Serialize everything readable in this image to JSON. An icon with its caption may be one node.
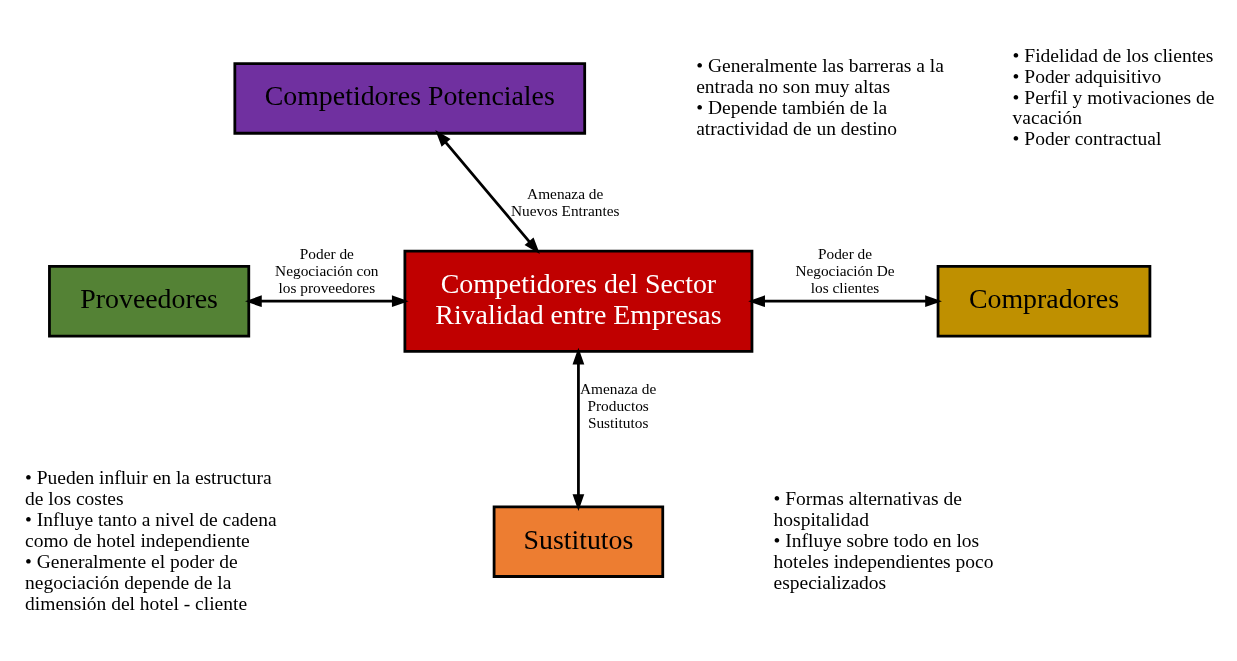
{
  "diagram": {
    "nodes": [
      {
        "text": [
          "Competidores Potenciales"
        ],
        "beside": [
          "• Generalmente las barreras a la entrada no son muy altas",
          "• Depende también de la atractividad de un destino"
        ]
      },
      {
        "text": [
          "Proveedores"
        ],
        "beside": [
          "• Pueden influir en la estructura de los costes",
          "• Influye tanto a nivel de cadena como de hotel independiente",
          "• Generalmente el poder de negociación depende de la dimensión del hotel - cliente"
        ]
      },
      {
        "text": [
          "Competidores del Sector Rivalidad entre Empresas"
        ]
      },
      {
        "text": [
          "Compradores"
        ],
        "beside": [
          "• Fidelidad de los clientes",
          "• Poder adquisitivo",
          "• Perfil y motivaciones de vacación",
          "• Poder contractual"
        ]
      },
      {
        "text": [
          "Sustitutos"
        ],
        "beside": [
          "• Formas alternativas de hospitalidad",
          "• Influye sobre todo en los hoteles independientes poco especializados"
        ]
      }
    ],
    "edges": [
      {
        "from": 0,
        "to": 2,
        "arrow": "both",
        "label": "Amenaza de Nuevos Entrantes"
      },
      {
        "from": 1,
        "to": 2,
        "arrow": "both",
        "label": "Poder de Negociación con los proveedores"
      },
      {
        "from": 2,
        "to": 3,
        "arrow": "both",
        "label": "Poder de Negociación De los clientes"
      },
      {
        "from": 2,
        "to": 4,
        "arrow": "both",
        "label": "Amenaza de Productos Sustitutos"
      }
    ]
  }
}
